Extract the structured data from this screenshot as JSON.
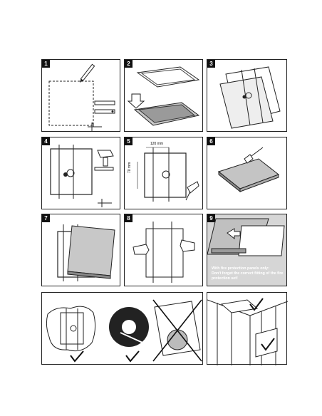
{
  "steps": [
    {
      "label": "1"
    },
    {
      "label": "2"
    },
    {
      "label": "3"
    },
    {
      "label": "4"
    },
    {
      "label": "5"
    },
    {
      "label": "6"
    },
    {
      "label": "7"
    },
    {
      "label": "8"
    },
    {
      "label": "9"
    }
  ],
  "dimensions": {
    "width": "120 mm",
    "height": "70 mm"
  },
  "fire_note": {
    "line1": "With fire protection panels only:",
    "line2": "Don't forget the correct fitting of the fire",
    "line3": "protection set!"
  }
}
